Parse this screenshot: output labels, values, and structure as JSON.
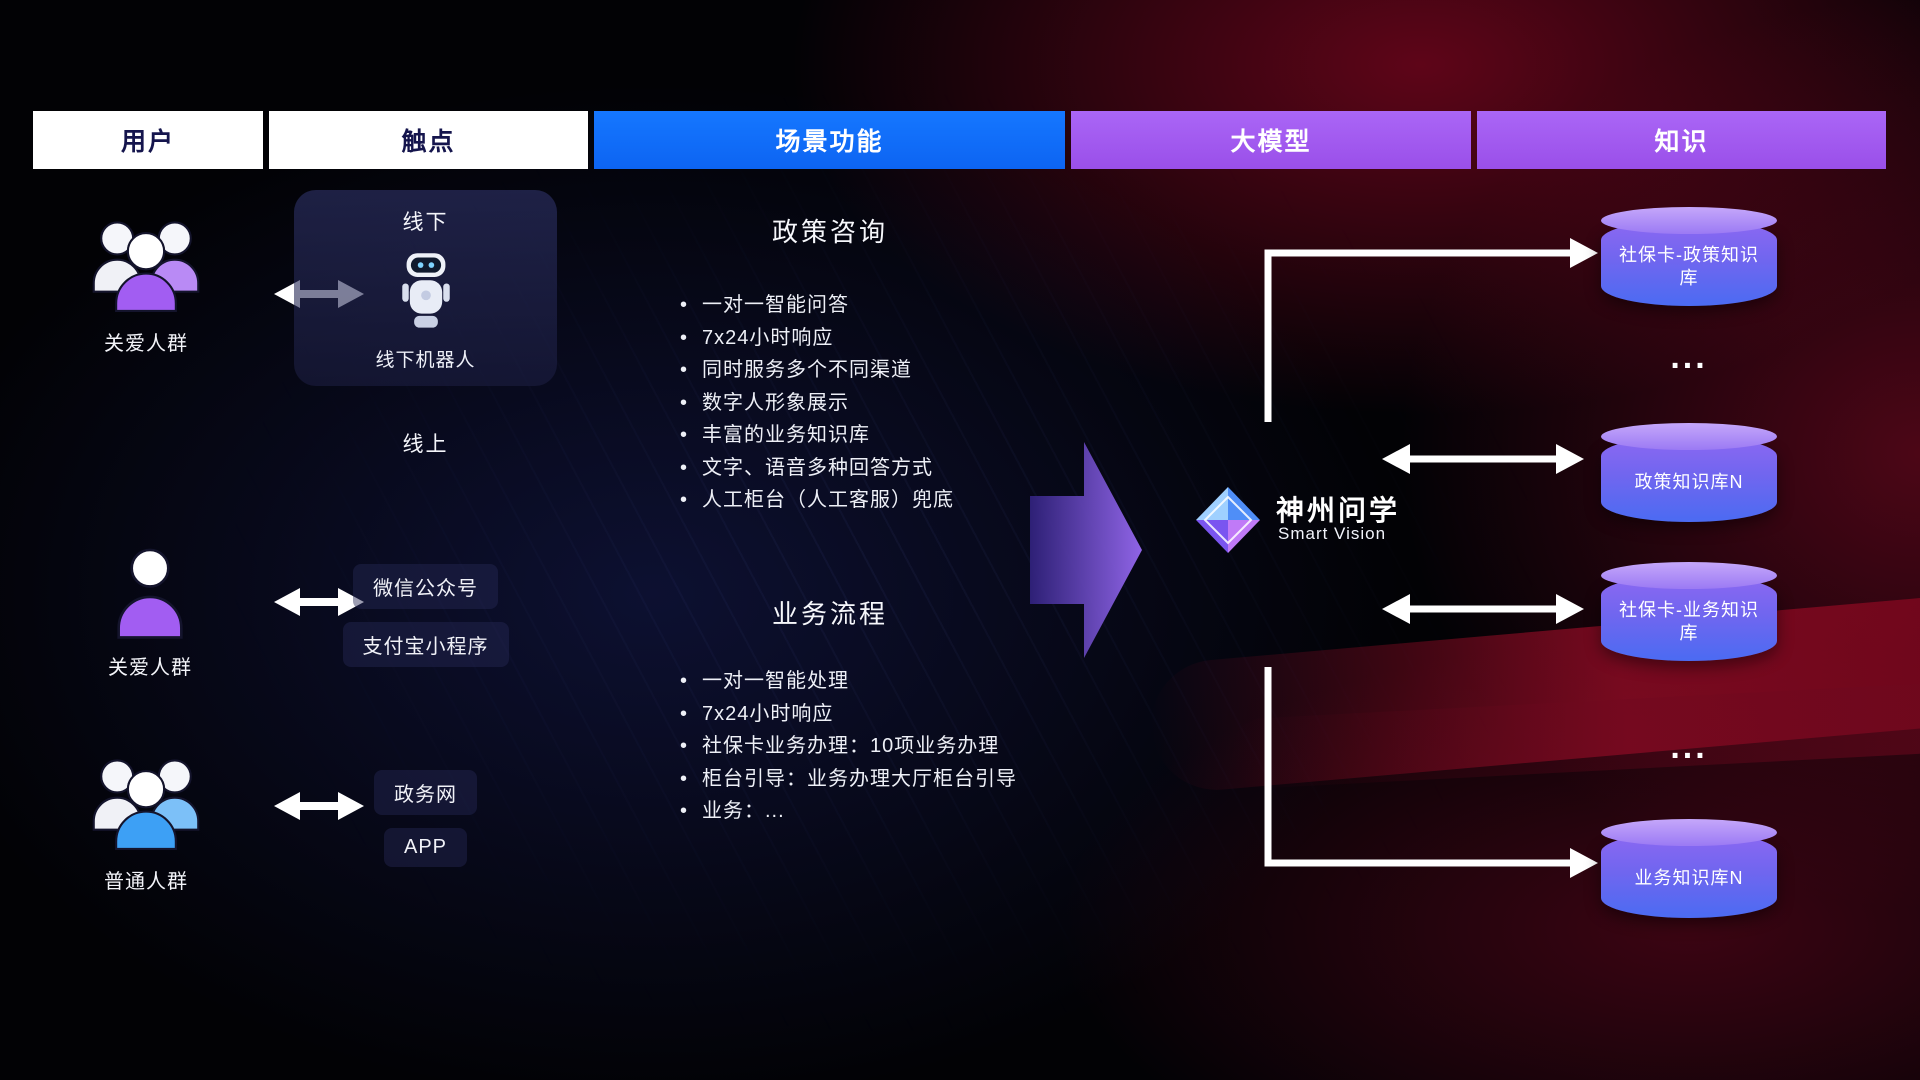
{
  "headers": [
    {
      "label": "用户"
    },
    {
      "label": "触点"
    },
    {
      "label": "场景功能"
    },
    {
      "label": "大模型"
    },
    {
      "label": "知识"
    }
  ],
  "users": [
    {
      "label": "关爱人群"
    },
    {
      "label": "关爱人群"
    },
    {
      "label": "普通人群"
    }
  ],
  "touchpoints": {
    "offline_title": "线下",
    "offline_robot": "线下机器人",
    "online_title": "线上",
    "items": [
      "微信公众号",
      "支付宝小程序",
      "政务网",
      "APP"
    ]
  },
  "scenarios": [
    {
      "title": "政策咨询",
      "items": [
        "一对一智能问答",
        "7x24小时响应",
        "同时服务多个不同渠道",
        "数字人形象展示",
        "丰富的业务知识库",
        "文字、语音多种回答方式",
        "人工柜台（人工客服）兜底"
      ]
    },
    {
      "title": "业务流程",
      "items": [
        "一对一智能处理",
        "7x24小时响应",
        "社保卡业务办理：10项业务办理",
        "柜台引导：业务办理大厅柜台引导",
        "业务：..."
      ]
    }
  ],
  "model": {
    "name": "神州问学",
    "subtitle": "Smart Vision"
  },
  "knowledge": {
    "databases": [
      "社保卡-政策知识库",
      "政策知识库N",
      "社保卡-业务知识库",
      "业务知识库N"
    ],
    "ellipsis": "..."
  },
  "colors": {
    "header_blue": "#1070ff",
    "header_purple": "#a25df2",
    "header_text_dark": "#15154d",
    "cylinder_top": "#b493f7",
    "cylinder_bottom": "#4b6bf2",
    "user_purple": "#a25df2",
    "user_blue": "#3da0f5",
    "arrow_white": "#ffffff",
    "flow_arrow_purple": "#8b5cf6"
  }
}
